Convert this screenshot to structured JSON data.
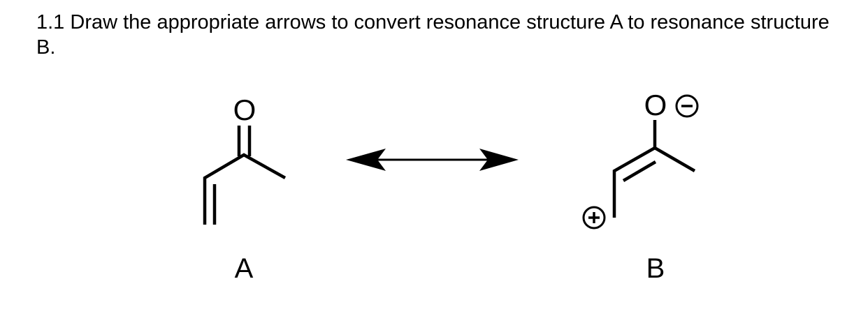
{
  "question": {
    "text": "1.1 Draw the appropriate arrows to convert resonance structure A to resonance structure B."
  },
  "structure_a": {
    "label": "A",
    "oxygen_symbol": "O"
  },
  "structure_b": {
    "label": "B",
    "oxygen_symbol": "O",
    "negative_charge": "−",
    "positive_charge": "+"
  },
  "resonance_arrow": {
    "type": "double-headed"
  }
}
